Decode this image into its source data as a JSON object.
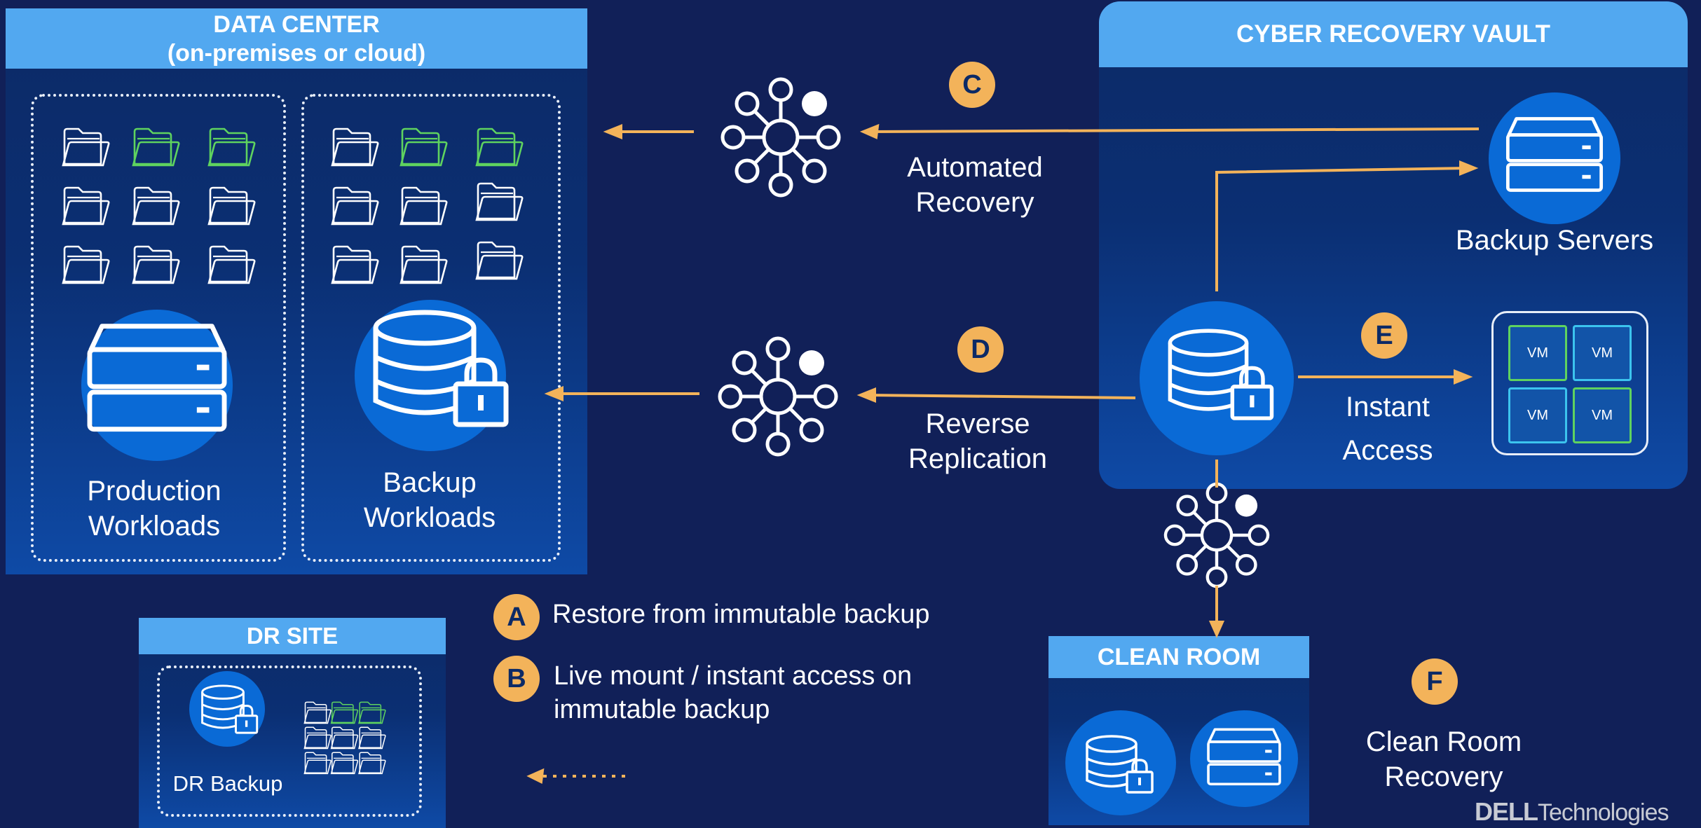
{
  "data_center": {
    "title_line1": "DATA CENTER",
    "title_line2": "(on-premises or cloud)",
    "production_label_line1": "Production",
    "production_label_line2": "Workloads",
    "backup_label_line1": "Backup",
    "backup_label_line2": "Workloads"
  },
  "vault": {
    "title": "CYBER RECOVERY VAULT",
    "backup_servers_label": "Backup Servers",
    "instant_access_line1": "Instant",
    "instant_access_line2": "Access",
    "vm_labels": [
      "VM",
      "VM",
      "VM",
      "VM"
    ]
  },
  "flows": {
    "c_badge": "C",
    "c_label_line1": "Automated",
    "c_label_line2": "Recovery",
    "d_badge": "D",
    "d_label_line1": "Reverse",
    "d_label_line2": "Replication",
    "e_badge": "E",
    "f_badge": "F",
    "f_label_line1": "Clean Room",
    "f_label_line2": "Recovery"
  },
  "dr_site": {
    "title": "DR SITE",
    "backup_label": "DR Backup"
  },
  "clean_room": {
    "title": "CLEAN ROOM"
  },
  "legend": {
    "a_badge": "A",
    "a_text": "Restore from immutable backup",
    "b_badge": "B",
    "b_text_line1": "Live mount / instant access on",
    "b_text_line2": "immutable backup"
  },
  "brand": {
    "logo_dell": "DELL",
    "logo_tech": "Technologies"
  },
  "colors": {
    "background": "#112058",
    "header": "#52a8f0",
    "accent_orange": "#f3b35a",
    "icon_blue": "#0a6ad6",
    "folder_green": "#5fd35f"
  }
}
